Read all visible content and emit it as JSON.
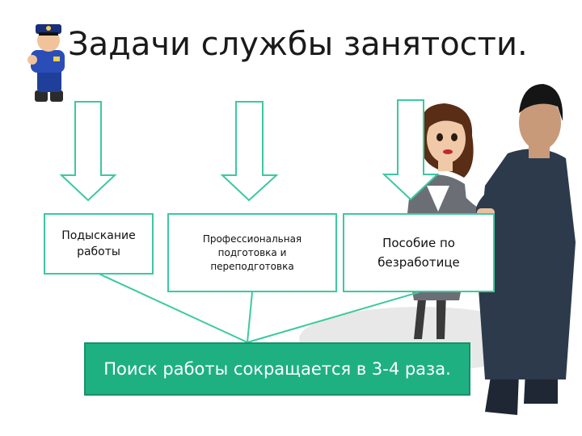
{
  "title": "Задачи службы занятости.",
  "boxes": [
    {
      "label": "Подыскание работы"
    },
    {
      "label": "Профессиональная подготовка и переподготовка"
    },
    {
      "label": "Пособие по безработице"
    }
  ],
  "result": "Поиск работы сокращается в 3-4 раза.",
  "colors": {
    "accent": "#3cc9a0",
    "result_fill": "#1fb081"
  }
}
